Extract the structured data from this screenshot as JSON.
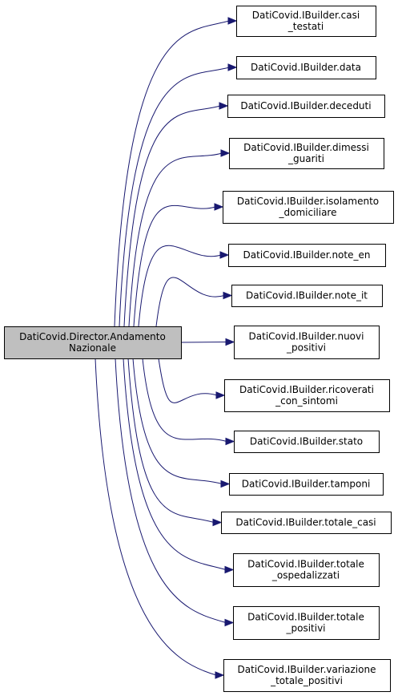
{
  "source": {
    "lines": [
      "DatiCovid.Director.Andamento",
      "Nazionale"
    ],
    "fill": "#bfbfbf"
  },
  "targets": [
    {
      "lines": [
        "DatiCovid.IBuilder.casi",
        "_testati"
      ]
    },
    {
      "lines": [
        "DatiCovid.IBuilder.data"
      ]
    },
    {
      "lines": [
        "DatiCovid.IBuilder.deceduti"
      ]
    },
    {
      "lines": [
        "DatiCovid.IBuilder.dimessi",
        "_guariti"
      ]
    },
    {
      "lines": [
        "DatiCovid.IBuilder.isolamento",
        "_domiciliare"
      ]
    },
    {
      "lines": [
        "DatiCovid.IBuilder.note_en"
      ]
    },
    {
      "lines": [
        "DatiCovid.IBuilder.note_it"
      ]
    },
    {
      "lines": [
        "DatiCovid.IBuilder.nuovi",
        "_positivi"
      ]
    },
    {
      "lines": [
        "DatiCovid.IBuilder.ricoverati",
        "_con_sintomi"
      ]
    },
    {
      "lines": [
        "DatiCovid.IBuilder.stato"
      ]
    },
    {
      "lines": [
        "DatiCovid.IBuilder.tamponi"
      ]
    },
    {
      "lines": [
        "DatiCovid.IBuilder.totale_casi"
      ]
    },
    {
      "lines": [
        "DatiCovid.IBuilder.totale",
        "_ospedalizzati"
      ]
    },
    {
      "lines": [
        "DatiCovid.IBuilder.totale",
        "_positivi"
      ]
    },
    {
      "lines": [
        "DatiCovid.IBuilder.variazione",
        "_totale_positivi"
      ]
    }
  ],
  "colors": {
    "edge": "#191970",
    "target_fill": "#ffffff",
    "border": "#000000"
  }
}
